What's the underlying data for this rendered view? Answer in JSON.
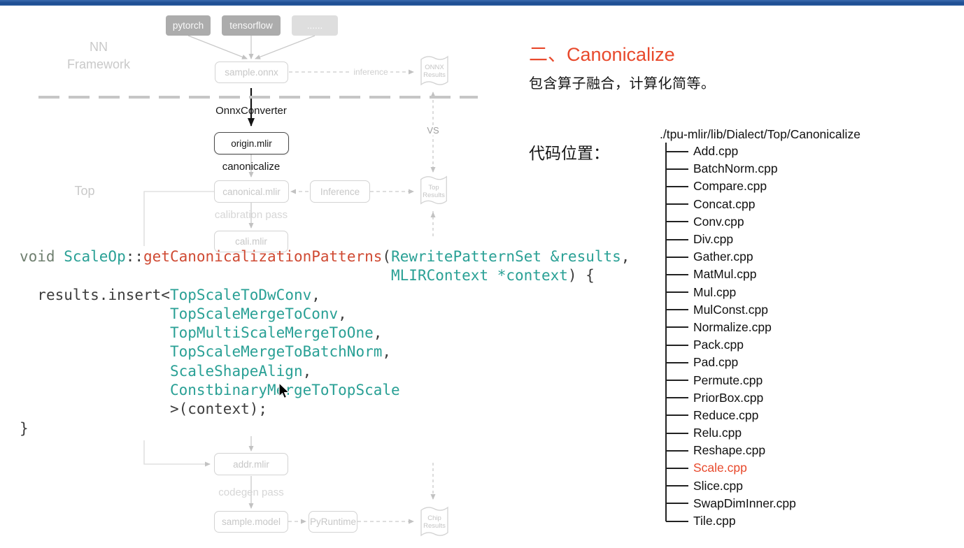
{
  "heading": {
    "section_title": "二、Canonicalize",
    "section_desc": "包含算子融合，计算化简等。",
    "code_location_label": "代码位置："
  },
  "tree": {
    "root": "./tpu-mlir/lib/Dialect/Top/Canonicalize",
    "files": [
      "Add.cpp",
      "BatchNorm.cpp",
      "Compare.cpp",
      "Concat.cpp",
      "Conv.cpp",
      "Div.cpp",
      "Gather.cpp",
      "MatMul.cpp",
      "Mul.cpp",
      "MulConst.cpp",
      "Normalize.cpp",
      "Pack.cpp",
      "Pad.cpp",
      "Permute.cpp",
      "PriorBox.cpp",
      "Reduce.cpp",
      "Relu.cpp",
      "Reshape.cpp",
      "Scale.cpp",
      "Slice.cpp",
      "SwapDimInner.cpp",
      "Tile.cpp"
    ],
    "highlighted_file": "Scale.cpp"
  },
  "colors": {
    "accent": "#e8492c",
    "code_plain": "#3d3d3d",
    "code_type": "#29a095",
    "code_func": "#cf4a33",
    "topbar_blue": "#1d4d92"
  },
  "code": {
    "lines": [
      {
        "indent": 0,
        "tokens": [
          [
            "kw",
            "void "
          ],
          [
            "type",
            "ScaleOp"
          ],
          [
            "plain",
            "::"
          ],
          [
            "func",
            "getCanonicalizationPatterns"
          ],
          [
            "plain",
            "("
          ],
          [
            "type",
            "RewritePatternSet &results"
          ],
          [
            "plain",
            ","
          ]
        ]
      },
      {
        "indent": 42,
        "tokens": [
          [
            "type",
            "MLIRContext *context"
          ],
          [
            "plain",
            ") {"
          ]
        ]
      },
      {
        "indent": 2,
        "tokens": [
          [
            "plain",
            "results.insert<"
          ],
          [
            "type",
            "TopScaleToDwConv"
          ],
          [
            "plain",
            ","
          ]
        ]
      },
      {
        "indent": 17,
        "tokens": [
          [
            "type",
            "TopScaleMergeToConv"
          ],
          [
            "plain",
            ","
          ]
        ]
      },
      {
        "indent": 17,
        "tokens": [
          [
            "type",
            "TopMultiScaleMergeToOne"
          ],
          [
            "plain",
            ","
          ]
        ]
      },
      {
        "indent": 17,
        "tokens": [
          [
            "type",
            "TopScaleMergeToBatchNorm"
          ],
          [
            "plain",
            ","
          ]
        ]
      },
      {
        "indent": 17,
        "tokens": [
          [
            "type",
            "ScaleShapeAlign"
          ],
          [
            "plain",
            ","
          ]
        ]
      },
      {
        "indent": 17,
        "tokens": [
          [
            "type",
            "ConstbinaryMergeToTopScale"
          ]
        ]
      },
      {
        "indent": 17,
        "tokens": [
          [
            "plain",
            ">(context);"
          ]
        ]
      },
      {
        "indent": 0,
        "tokens": [
          [
            "plain",
            "}"
          ]
        ]
      }
    ]
  },
  "diagram": {
    "nn_framework_line1": "NN",
    "nn_framework_line2": "Framework",
    "frameworks": [
      "pytorch",
      "tensorflow",
      "......"
    ],
    "sample_onnx": "sample.onnx",
    "inference_edge_label": "inference",
    "onnx_results": "ONNX Results",
    "vs_label": "VS",
    "onnx_converter_label": "OnnxConverter",
    "origin_mlir": "origin.mlir",
    "canonicalize_label": "canonicalize",
    "top_label": "Top",
    "canonical_mlir": "canonical.mlir",
    "inference_box": "Inference",
    "top_results": "Top Results",
    "calibration_pass_label": "calibration pass",
    "cali_mlir": "cali.mlir",
    "addr_mlir": "addr.mlir",
    "codegen_pass_label": "codegen pass",
    "sample_model": "sample.model",
    "py_runtime": "PyRuntime",
    "chip_results": "Chip Results"
  }
}
